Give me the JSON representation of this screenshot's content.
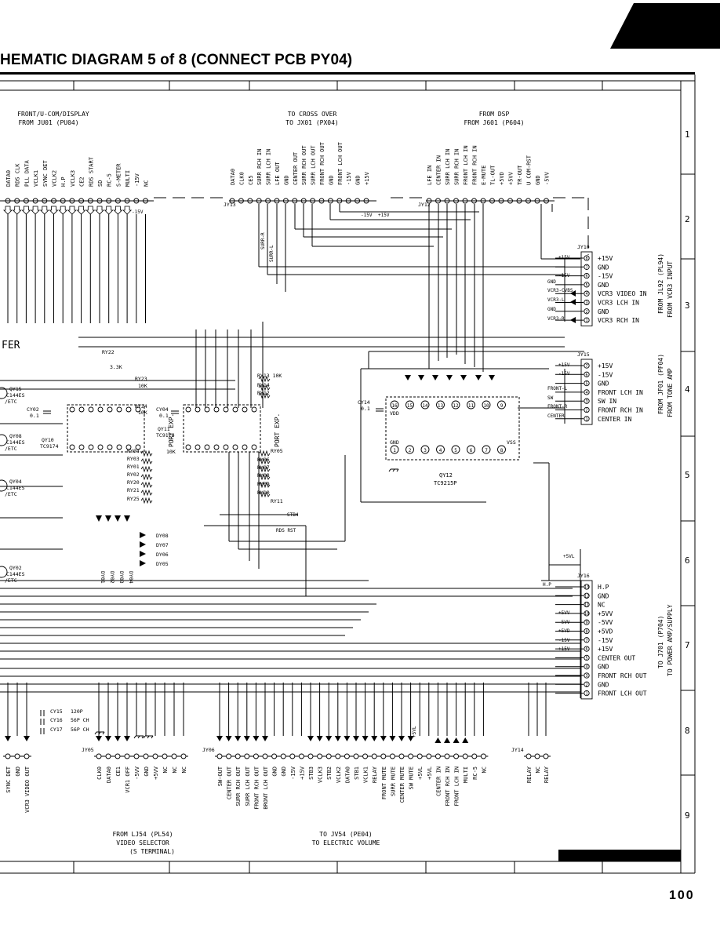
{
  "title": "HEMATIC DIAGRAM 5 of 8 (CONNECT PCB PY04)",
  "page_number": "100",
  "grid_rows": [
    "1",
    "2",
    "3",
    "4",
    "5",
    "6",
    "7",
    "8",
    "9"
  ],
  "sections": {
    "front_ucom": {
      "line1": "FRONT/U-COM/DISPLAY",
      "line2": "FROM JU01 (PU04)"
    },
    "cross_over": {
      "line1": "TO CROSS OVER",
      "line2": "TO JX01 (PX04)"
    },
    "dsp": {
      "line1": "FROM DSP",
      "line2": "FROM J601 (P604)"
    },
    "ucom_pins": [
      "DATA0",
      "RDS CLK",
      "PLL DATA",
      "VCLK1",
      "SYNC DET",
      "VCLK2",
      "H.P",
      "VCLK3",
      "CE2",
      "RDS START",
      "SD",
      "RC-5",
      "S-METER",
      "MULTI",
      "-15V",
      "NC"
    ],
    "jy13_pins": [
      "DATA0",
      "CLK0",
      "CE5",
      "SURR RCH IN",
      "SURR LCH IN",
      "LFE OUT",
      "GND",
      "CENTER OUT",
      "SURR RCH OUT",
      "SURR LCH OUT",
      "FRONT RCH OUT",
      "GND",
      "FRONT LCH OUT",
      "-15V",
      "GND",
      "+15V"
    ],
    "jy12_pins": [
      "LFE IN",
      "CENTER IN",
      "SURR LCH IN",
      "SURR RCH IN",
      "FRONT LCH IN",
      "FRONT RCH IN",
      "E-MUTE",
      "TL-OUT",
      "+5VD",
      "+5VV",
      "TR-OUT",
      "U COM-RST",
      "GND",
      "-5VV"
    ],
    "jy10": {
      "label": "JY10",
      "pins": [
        "+15V",
        "GND",
        "-15V",
        "GND",
        "VCR3 VIDEO IN",
        "VCR3 LCH IN",
        "GND",
        "VCR3 RCH IN"
      ],
      "from1": "FROM JL92 (PL94)",
      "from2": "FROM VCR3 INPUT"
    },
    "jy15": {
      "label": "JY15",
      "pins": [
        "+15V",
        "-15V",
        "GND",
        "FRONT LCH IN",
        "SW IN",
        "FRONT RCH IN",
        "CENTER IN"
      ],
      "from1": "FROM JF01 (PF04)",
      "from2": "FROM TONE AMP"
    },
    "jy16": {
      "label": "JY16",
      "pins": [
        "H.P",
        "GND",
        "NC",
        "+5VV",
        "-5VV",
        "+5VD",
        "-15V",
        "+15V",
        "CENTER OUT",
        "GND",
        "FRONT RCH OUT",
        "GND",
        "FRONT LCH OUT"
      ],
      "to1": "TO J701 (P704)",
      "to2": "TO POWER AMP/SUPPLY"
    },
    "jy05": {
      "label": "JY05",
      "pins": [
        "CLK0",
        "DATA0",
        "CE1",
        "VCR1 OFF",
        "-5VV",
        "GND",
        "+5VV",
        "NC",
        "NC",
        "NC"
      ],
      "from1": "FROM LJ54 (PL54)",
      "from2": "VIDEO SELECTOR",
      "from3": "(S TERMINAL)"
    },
    "jy06": {
      "label": "JY06",
      "pins": [
        "SW-OUT",
        "CENTER OUT",
        "SURR RCH OUT",
        "SURR LCH OUT",
        "FRONT RCH OUT",
        "BRONT LCH OUT",
        "GND",
        "GND",
        "-15V",
        "+15V",
        "STB3",
        "VCLK3",
        "STB2",
        "VCLK2",
        "DATA0",
        "STB1",
        "VCLK1",
        "RELAY",
        "FRONT MUTE",
        "SURR MUTE",
        "CENTER MUTE",
        "SW MUTE",
        "+5VL",
        "+5VL",
        "CENTER IN",
        "FRONT RCH IN",
        "FRONT LCH IN",
        "MULTI",
        "RC-5",
        "NC"
      ],
      "to1": "TO JV54 (PE04)",
      "to2": "TO ELECTRIC VOLUME"
    },
    "jy14": {
      "label": "JY14",
      "pins": [
        "RELAY",
        "NC",
        "RELAY"
      ]
    },
    "left_bottom_pins": [
      "SYNC DET",
      "GND",
      "VCR3 VIDEO OUT"
    ],
    "ic_qy12": {
      "ref": "QY12",
      "part": "TC9215P",
      "vdd": "VDD",
      "gnd": "GND",
      "vss": "VSS"
    },
    "ic_qy10": {
      "ref": "QY10",
      "part": "TC9174"
    },
    "ic_qy11": {
      "ref": "QY11",
      "part": "TC9174"
    },
    "port_exp": "PORT EXP.",
    "fer": "FER",
    "resistors": [
      "RY22",
      "3.3K",
      "RY23",
      "10K",
      "RY24",
      "10K",
      "RY13 10K",
      "RY14",
      "RY12",
      "RY04",
      "RY05",
      "RY03",
      "RY06",
      "RY01",
      "RY07",
      "RY02",
      "RY08",
      "RY20",
      "RY09",
      "RY21",
      "RY10",
      "RY25",
      "RY11",
      "10K"
    ],
    "caps": [
      {
        "ref": "CY02",
        "val": "0.1"
      },
      {
        "ref": "CY04",
        "val": "0.1"
      },
      {
        "ref": "CY14",
        "val": "0.1"
      },
      {
        "ref": "CY15",
        "val": "120P"
      },
      {
        "ref": "CY16",
        "val": "56P CH"
      },
      {
        "ref": "CY17",
        "val": "56P CH"
      }
    ],
    "diodes": [
      "DY08",
      "DY07",
      "DY06",
      "DY05",
      "DY01",
      "DY02",
      "DY03",
      "DY04"
    ],
    "transistors": [
      "QY15",
      "C144ES",
      "/ETC",
      "QY08",
      "C144ES",
      "/ETC",
      "QY04",
      "C144ES",
      "/ETC",
      "QY02",
      "C144ES",
      "/ETC"
    ],
    "ry15": {
      "ref": "RY15",
      "val": "10K"
    },
    "net_labels": [
      "SURR-R",
      "SURR-L",
      "RDS RST",
      "STB4",
      "FRONT-L",
      "SW",
      "FRONT-R",
      "CENTER",
      "GND",
      "VCR3-CVBS",
      "VCR3-L",
      "GND",
      "VCR3-R",
      "H.P",
      "+5VL",
      "+5VL",
      "+15V",
      "-15V",
      "+15V",
      "-15V",
      "+5VV",
      "-5VV",
      "+5VD",
      "-15V",
      "+15V"
    ],
    "qy12_pins": [
      "16",
      "15",
      "14",
      "13",
      "12",
      "11",
      "10",
      "9",
      "1",
      "2",
      "3",
      "4",
      "5",
      "6",
      "7",
      "8"
    ]
  }
}
